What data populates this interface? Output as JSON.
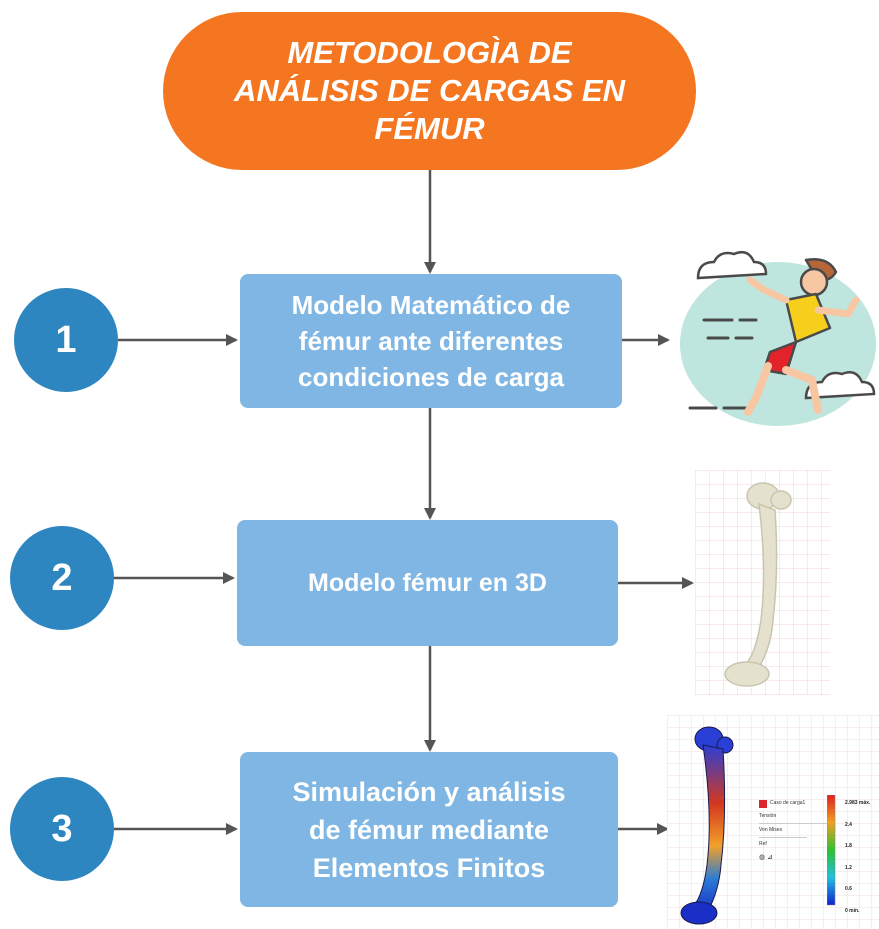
{
  "title": "METODOLOGÌA DE\nANÁLISIS DE CARGAS EN\nFÉMUR",
  "steps": [
    {
      "number": "1",
      "label": "Modelo Matemático de\nfémur ante diferentes\ncondiciones de carga",
      "icon": "jumping-person-illustration"
    },
    {
      "number": "2",
      "label": "Modelo fémur en 3D",
      "icon": "femur-3d-model"
    },
    {
      "number": "3",
      "label": "Simulación y análisis\nde  fémur mediante\nElementos Finitos",
      "icon": "fea-simulation-screenshot"
    }
  ],
  "fea_panel": {
    "load_case": "Caso de carga1",
    "result": "Tensión",
    "criterion": "Von Mises",
    "extra": "Ref",
    "scale": [
      "2.983 máx.",
      "2.4",
      "1.8",
      "1.2",
      "0.6",
      "0 mín."
    ]
  },
  "colors": {
    "title_bg": "#f47621",
    "box_bg": "#7fb6e3",
    "circle_bg": "#2e86c1",
    "arrow": "#555555"
  }
}
